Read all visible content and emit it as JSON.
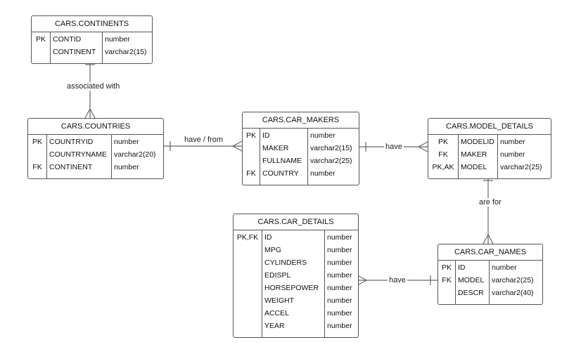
{
  "entities": {
    "continents": {
      "title": "CARS.CONTINENTS",
      "rows": [
        {
          "key": "PK",
          "name": "CONTID",
          "type": "number"
        },
        {
          "key": "",
          "name": "CONTINENT",
          "type": "varchar2(15)"
        }
      ]
    },
    "countries": {
      "title": "CARS.COUNTRIES",
      "rows": [
        {
          "key": "PK",
          "name": "COUNTRYID",
          "type": "number"
        },
        {
          "key": "",
          "name": "COUNTRYNAME",
          "type": "varchar2(20)"
        },
        {
          "key": "FK",
          "name": "CONTINENT",
          "type": "number"
        }
      ]
    },
    "car_makers": {
      "title": "CARS.CAR_MAKERS",
      "rows": [
        {
          "key": "PK",
          "name": "ID",
          "type": "number"
        },
        {
          "key": "",
          "name": "MAKER",
          "type": "varchar2(15)"
        },
        {
          "key": "",
          "name": "FULLNAME",
          "type": "varchar2(25)"
        },
        {
          "key": "FK",
          "name": "COUNTRY",
          "type": "number"
        }
      ]
    },
    "model_details": {
      "title": "CARS.MODEL_DETAILS",
      "rows": [
        {
          "key": "PK",
          "name": "MODELID",
          "type": "number"
        },
        {
          "key": "FK",
          "name": "MAKER",
          "type": "number"
        },
        {
          "key": "PK,AK",
          "name": "MODEL",
          "type": "varchar2(25)"
        }
      ]
    },
    "car_details": {
      "title": "CARS.CAR_DETAILS",
      "rows": [
        {
          "key": "PK,FK",
          "name": "ID",
          "type": "number"
        },
        {
          "key": "",
          "name": "MPG",
          "type": "number"
        },
        {
          "key": "",
          "name": "CYLINDERS",
          "type": "number"
        },
        {
          "key": "",
          "name": "EDISPL",
          "type": "number"
        },
        {
          "key": "",
          "name": "HORSEPOWER",
          "type": "number"
        },
        {
          "key": "",
          "name": "WEIGHT",
          "type": "number"
        },
        {
          "key": "",
          "name": "ACCEL",
          "type": "number"
        },
        {
          "key": "",
          "name": "YEAR",
          "type": "number"
        }
      ]
    },
    "car_names": {
      "title": "CARS.CAR_NAMES",
      "rows": [
        {
          "key": "PK",
          "name": "ID",
          "type": "number"
        },
        {
          "key": "FK",
          "name": "MODEL",
          "type": "varchar2(25)"
        },
        {
          "key": "",
          "name": "DESCR",
          "type": "varchar2(40)"
        }
      ]
    }
  },
  "relationships": {
    "continents_countries": "associated with",
    "countries_makers": "have / from",
    "makers_models": "have",
    "models_names": "are for",
    "details_names": "have"
  }
}
